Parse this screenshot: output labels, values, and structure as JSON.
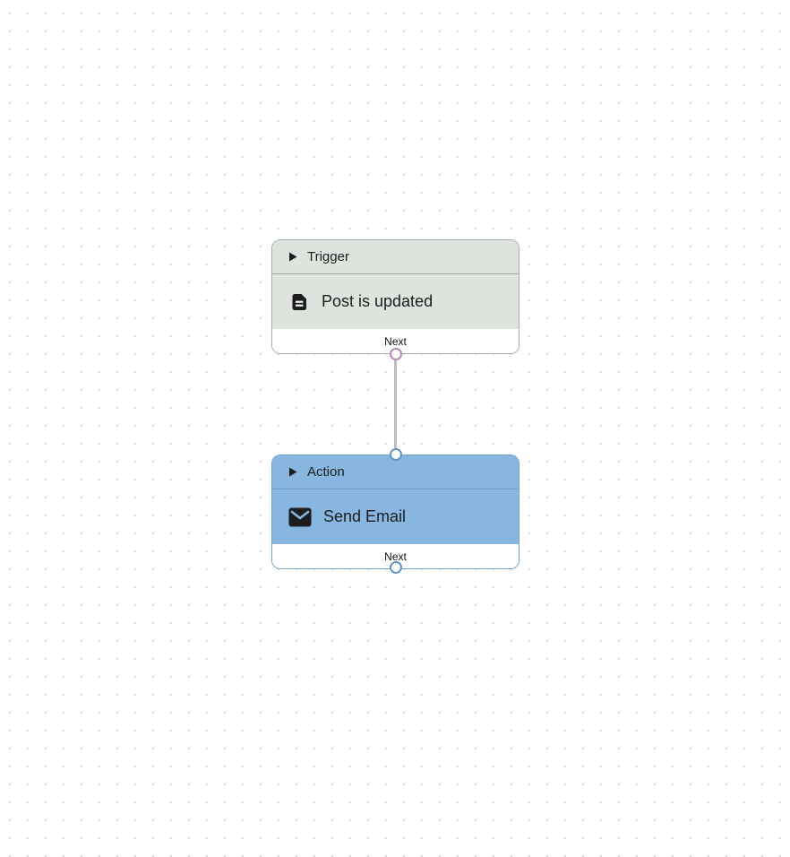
{
  "canvas": {
    "background_color": "#ffffff",
    "dot_color": "#d7d7d7"
  },
  "connector": {
    "color": "#bcbcbc"
  },
  "nodes": [
    {
      "type_label": "Trigger",
      "title": "Post is updated",
      "icon": "document-icon",
      "header_icon": "play-icon",
      "footer_label": "Next",
      "colors": {
        "fill": "#dde3dd",
        "border": "#a6ada6",
        "divider": "#a3a9a3",
        "port": "#b58bb7",
        "text": "#1d1d1f"
      }
    },
    {
      "type_label": "Action",
      "title": "Send Email",
      "icon": "email-icon",
      "header_icon": "play-icon",
      "footer_label": "Next",
      "colors": {
        "fill": "#87b7e0",
        "border": "#6fa2cf",
        "divider": "#7499b8",
        "port": "#6095c8",
        "text": "#1d1d1f"
      }
    }
  ]
}
